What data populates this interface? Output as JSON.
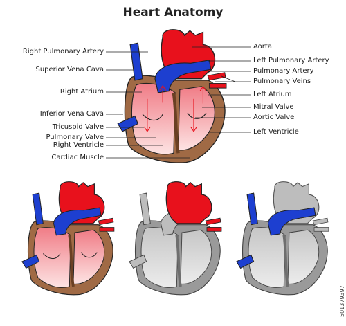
{
  "title": "Heart Anatomy",
  "labels_left": [
    "Right Pulmonary Artery",
    "Superior Vena Cava",
    "Right Atrium",
    "Inferior Vena Cava",
    "Tricuspid Valve",
    "Pulmonary Valve",
    "Right Ventricle",
    "Cardiac Muscle"
  ],
  "labels_right": [
    "Aorta",
    "Left Pulmonary Artery",
    "Pulmonary Artery",
    "Pulmonary Veins",
    "Left Atrium",
    "Mitral Valve",
    "Aortic Valve",
    "Left Ventricle"
  ],
  "stock_id": "501379397",
  "colors": {
    "red": "#e8111c",
    "blue": "#1d3fd0",
    "muscle": "#a06a45",
    "chamber_pink": "#f7b6b6",
    "gray": "#b9b9b9",
    "dark_gray": "#8c8c8c"
  }
}
